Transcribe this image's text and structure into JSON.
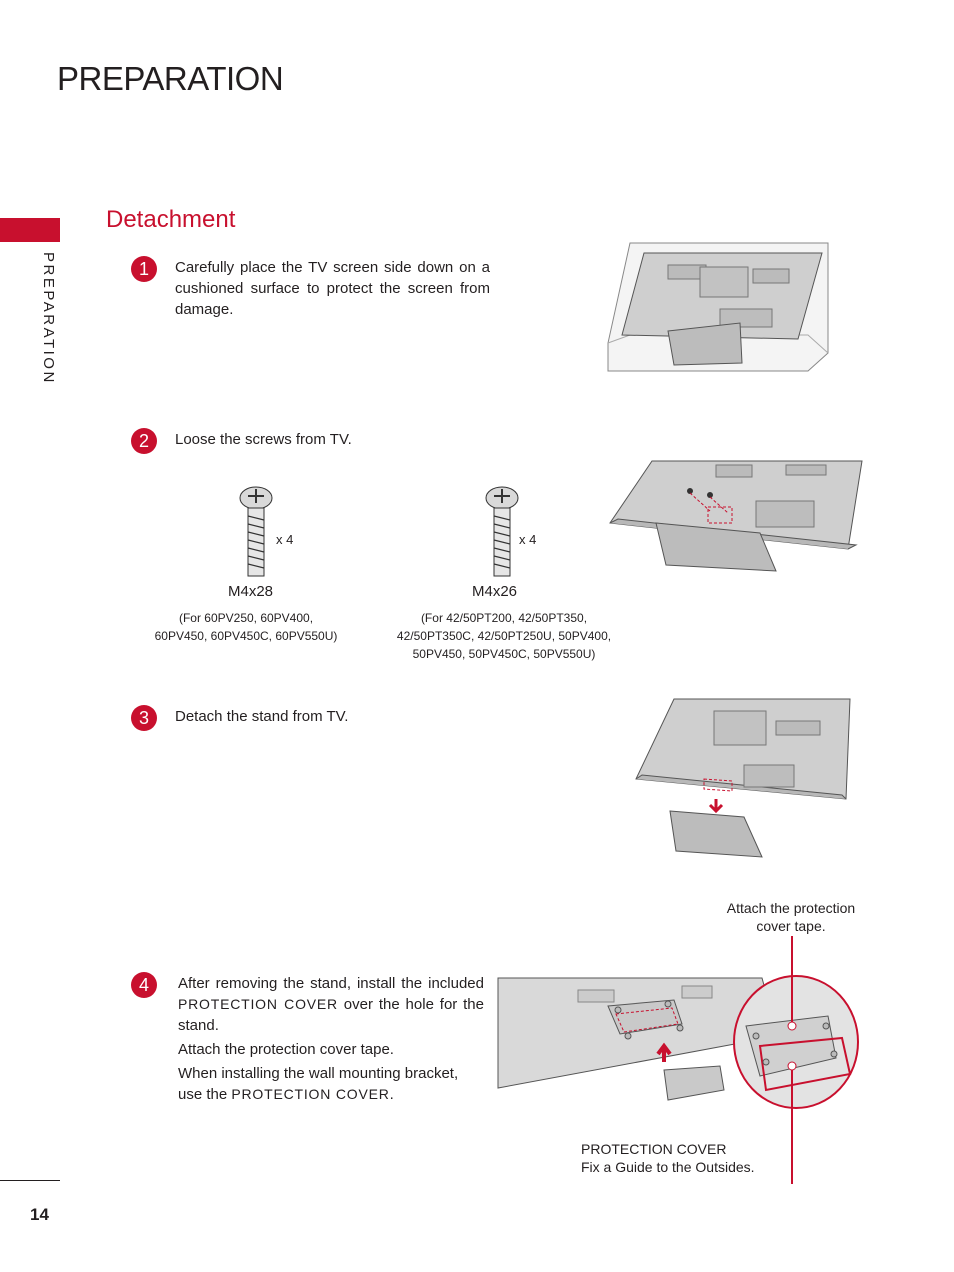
{
  "header": {
    "title": "PREPARATION"
  },
  "side_tab": {
    "label": "PREPARATION"
  },
  "section": {
    "title": "Detachment"
  },
  "steps": [
    {
      "number": "1",
      "text": "Carefully place the TV screen side down on a cushioned surface to protect the screen from damage."
    },
    {
      "number": "2",
      "text": "Loose the screws from TV."
    },
    {
      "number": "3",
      "text": "Detach the stand from TV."
    },
    {
      "number": "4",
      "text_a": "After removing the stand, install the included",
      "text_b_caps": "PROTECTION  COVER",
      "text_b": " over the hole for the stand.",
      "text_c": "Attach the protection cover tape.",
      "text_d": "When installing the wall mounting bracket, use the ",
      "text_d_caps": "PROTECTION COVER",
      "text_d_end": "."
    }
  ],
  "screws": [
    {
      "size": "M4x28",
      "qty": "x 4",
      "models_line1": "(For 60PV250, 60PV400,",
      "models_line2": "60PV450, 60PV450C, 60PV550U)"
    },
    {
      "size": "M4x26",
      "qty": "x 4",
      "models_line1": "(For 42/50PT200, 42/50PT350,",
      "models_line2": "42/50PT350C, 42/50PT250U, 50PV400,",
      "models_line3": "50PV450, 50PV450C, 50PV550U)"
    }
  ],
  "callouts": {
    "tape_line1": "Attach the protection",
    "tape_line2": "cover tape.",
    "cover_line1": "PROTECTION COVER",
    "cover_line2": "Fix a Guide to the Outsides."
  },
  "footer": {
    "page_number": "14"
  },
  "colors": {
    "accent": "#c8102e",
    "text": "#231f20",
    "panel": "#d9d9d9"
  }
}
